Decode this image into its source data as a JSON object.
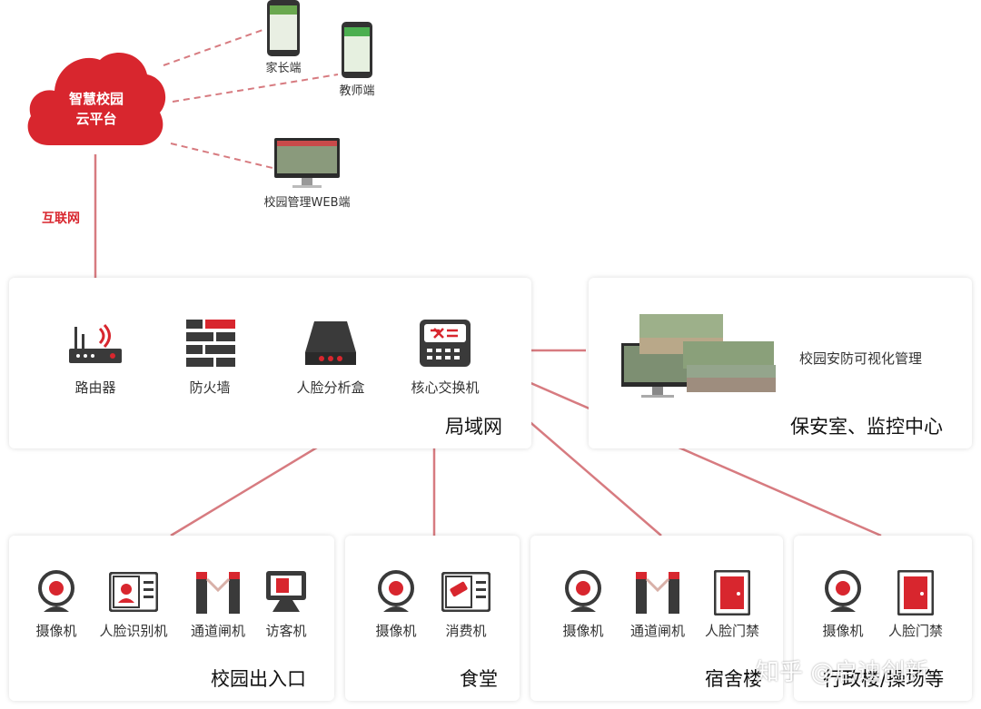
{
  "cloud": {
    "line1": "智慧校园",
    "line2": "云平台"
  },
  "internet_label": "互联网",
  "clients": {
    "parent": "家长端",
    "teacher": "教师端",
    "web": "校园管理WEB端"
  },
  "lan": {
    "title": "局域网",
    "devices": [
      "路由器",
      "防火墙",
      "人脸分析盒",
      "核心交换机"
    ]
  },
  "security": {
    "title": "保安室、监控中心",
    "caption": "校园安防可视化管理"
  },
  "zones": [
    {
      "title": "校园出入口",
      "devices": [
        "摄像机",
        "人脸识别机",
        "通道闸机",
        "访客机"
      ]
    },
    {
      "title": "食堂",
      "devices": [
        "摄像机",
        "消费机"
      ]
    },
    {
      "title": "宿舍楼",
      "devices": [
        "摄像机",
        "通道闸机",
        "人脸门禁"
      ]
    },
    {
      "title": "行政楼/操场等",
      "devices": [
        "摄像机",
        "人脸门禁"
      ]
    }
  ],
  "watermark": "知乎 @启迪创新",
  "colors": {
    "accent": "#d8262e",
    "line": "#d77b80",
    "dark": "#3a3a3a"
  }
}
